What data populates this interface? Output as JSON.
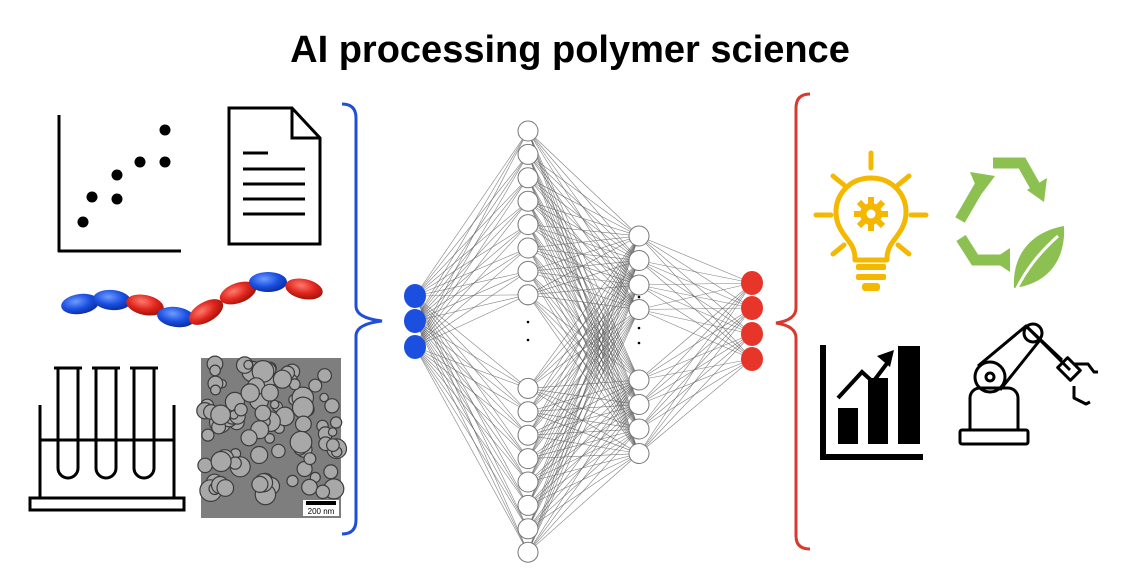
{
  "title": "AI processing polymer science",
  "inputs": {
    "scatter_icon": "scatter-plot-icon",
    "document_icon": "document-icon",
    "polymer_chain_icon": "polymer-chain-icon",
    "test_tubes_icon": "test-tubes-icon",
    "micrograph": {
      "icon": "micrograph-image",
      "scale_bar_label": "200 nm"
    },
    "bracket_color": "#1f4fd6"
  },
  "network": {
    "input_nodes": 3,
    "hidden1_nodes": 16,
    "hidden2_nodes": 8,
    "output_nodes": 4,
    "input_color": "#1a4fe0",
    "output_color": "#e8352a",
    "hidden_fill": "#ffffff",
    "edge_color": "#555555"
  },
  "outputs": {
    "lightbulb_icon": "lightbulb-gear-icon",
    "recycle_icon": "recycle-leaf-icon",
    "chart_icon": "growth-bar-chart-icon",
    "robot_arm_icon": "robot-arm-icon",
    "bracket_color": "#d63a2f",
    "bulb_color": "#f5b800",
    "recycle_color": "#8cc152"
  },
  "polymer_colors": {
    "blue": "#1a4fe0",
    "red": "#e0251c"
  }
}
